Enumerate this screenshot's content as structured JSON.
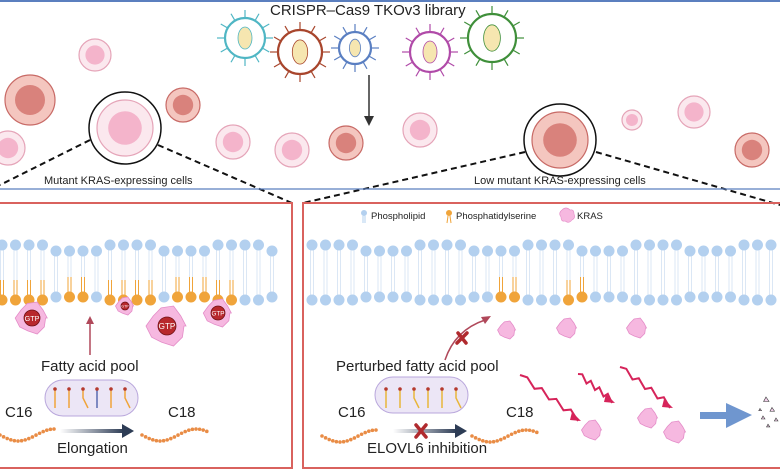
{
  "top": {
    "title": "CRISPR–Cas9 TKOv3 library",
    "virus_colors": [
      "#4fb6c4",
      "#a8452c",
      "#5a7fc2",
      "#b04aa8",
      "#3f8f3a"
    ]
  },
  "left_panel": {
    "caption": "Mutant KRAS-expressing cells",
    "gtp_label": "GTP",
    "pool_label": "Fatty acid pool",
    "c16": "C16",
    "c18": "C18",
    "arrow_label": "Elongation"
  },
  "right_panel": {
    "caption": "Low mutant KRAS-expressing cells",
    "pool_label": "Perturbed fatty acid pool",
    "c16": "C16",
    "c18": "C18",
    "arrow_label": "ELOVL6 inhibition"
  },
  "legend": {
    "items": [
      {
        "label": "Phospholipid",
        "icon": "phospholipid-icon"
      },
      {
        "label": "Phosphatidylserine",
        "icon": "phosphatidylserine-icon"
      },
      {
        "label": "KRAS",
        "icon": "kras-icon"
      }
    ]
  },
  "colors": {
    "panel_border": "#d9625e",
    "divider": "#5b7fbf",
    "phospholipid": "#b3d0ef",
    "phosphatidylserine": "#f0a43a",
    "kras": "#f6b8e0",
    "gtp": "#b8282d",
    "chain": "#e98c45",
    "degradation_arrow": "#d6245a",
    "big_arrow": "#6f96cf"
  }
}
